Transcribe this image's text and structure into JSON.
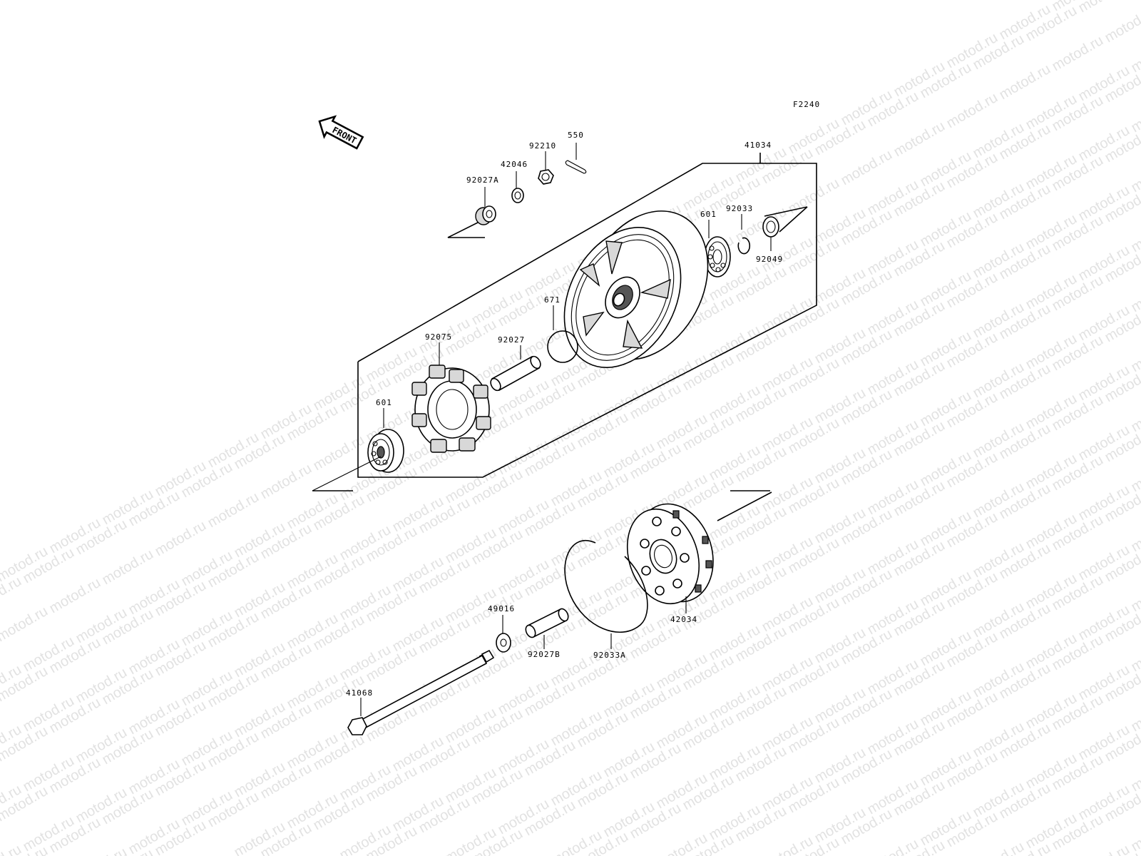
{
  "watermark": {
    "text": "motod.ru"
  },
  "figure_code": "F2240",
  "front_arrow_label": "FRONT",
  "parts": {
    "p41034": "41034",
    "p550": "550",
    "p92210": "92210",
    "p42046": "42046",
    "p92027A": "92027A",
    "p601_top": "601",
    "p92033": "92033",
    "p92049": "92049",
    "p671": "671",
    "p92075": "92075",
    "p92027": "92027",
    "p601_left": "601",
    "p49016": "49016",
    "p92027B": "92027B",
    "p92033A": "92033A",
    "p42034": "42034",
    "p41068": "41068"
  }
}
